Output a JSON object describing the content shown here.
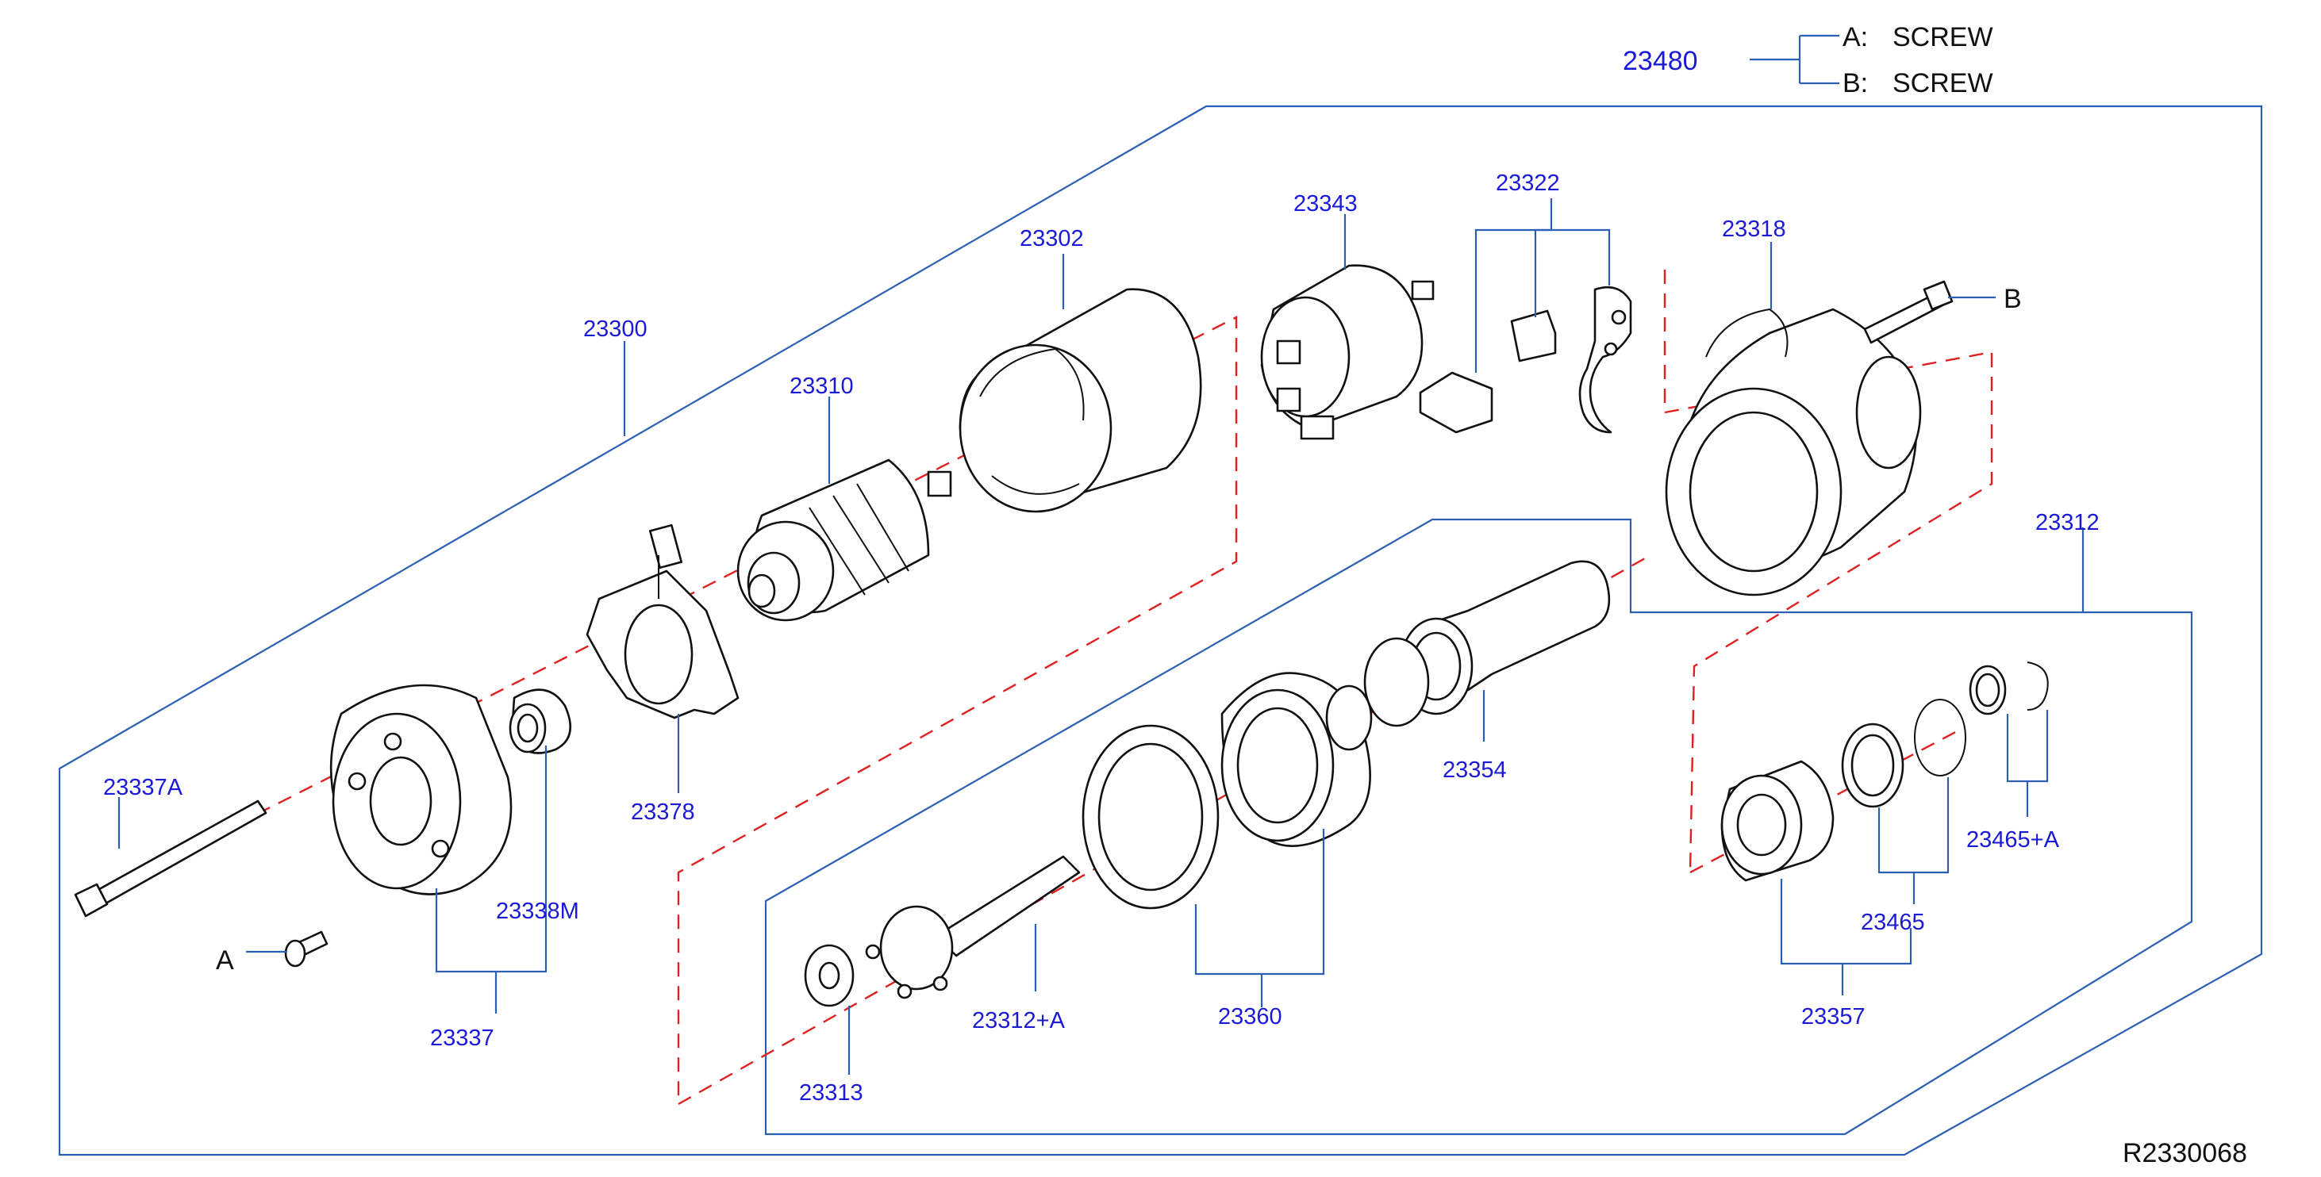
{
  "diagram": {
    "screw_legend": {
      "part_number": "23480",
      "items": [
        {
          "key": "A:",
          "label": "SCREW"
        },
        {
          "key": "B:",
          "label": "SCREW"
        }
      ]
    },
    "reference_code": "R2330068",
    "callouts": {
      "p23300": "23300",
      "p23302": "23302",
      "p23310": "23310",
      "p23343": "23343",
      "p23322": "23322",
      "p23318": "23318",
      "p23312": "23312",
      "p23337A": "23337A",
      "p23338M": "23338M",
      "p23337": "23337",
      "p23378": "23378",
      "p23354": "23354",
      "p23312A": "23312+A",
      "p23313": "23313",
      "p23360": "23360",
      "p23465A": "23465+A",
      "p23465": "23465",
      "p23357": "23357"
    },
    "screw_markers": {
      "a": "A",
      "b": "B"
    }
  }
}
